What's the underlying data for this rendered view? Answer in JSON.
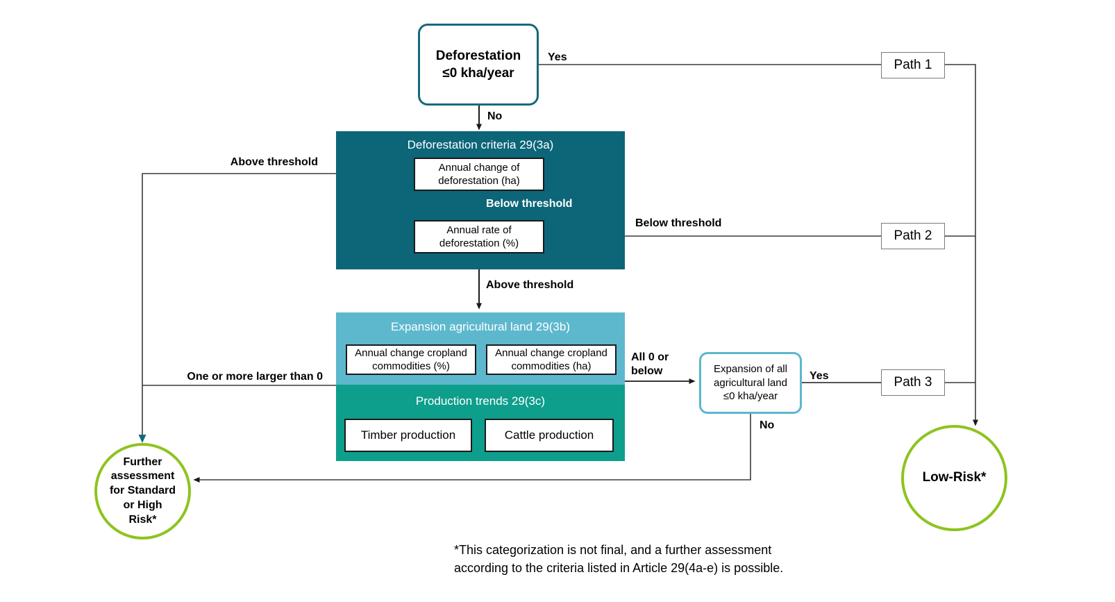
{
  "diagram": {
    "title": "Deforestation low-risk classification decision flow",
    "colors": {
      "dark_teal": "#0D6578",
      "light_blue": "#5DB8CE",
      "green_teal": "#0E9E8C",
      "lime": "#8DC41F",
      "decision_border": "#14697D",
      "wire": "#3a3a3a"
    }
  },
  "nodes": {
    "deforestation_decision": "Deforestation\n≤0 kha/year",
    "expansion_decision": "Expansion of all\nagricultural land\n≤0 kha/year",
    "panel_3a_title": "Deforestation criteria 29(3a)",
    "panel_3b_title": "Expansion agricultural land 29(3b)",
    "panel_3c_title": "Production trends 29(3c)",
    "box_annual_change_deforestation": "Annual change of\ndeforestation (ha)",
    "box_annual_rate_deforestation": "Annual rate of\ndeforestation (%)",
    "box_cropland_pct": "Annual change cropland\ncommodities (%)",
    "box_cropland_ha": "Annual change cropland\ncommodities (ha)",
    "box_timber": "Timber production",
    "box_cattle": "Cattle production",
    "path1": "Path 1",
    "path2": "Path 2",
    "path3": "Path 3",
    "further_assessment": "Further\nassessment\nfor Standard\nor High\nRisk*",
    "low_risk": "Low-Risk*"
  },
  "edge_labels": {
    "yes_top": "Yes",
    "no_top": "No",
    "above_threshold_left": "Above  threshold",
    "below_threshold_inner": "Below threshold",
    "below_threshold_right": "Below threshold",
    "above_threshold_down": "Above threshold",
    "one_or_more": "One or more larger than 0",
    "all_zero_or_below": "All 0 or\nbelow",
    "yes_expansion": "Yes",
    "no_expansion": "No"
  },
  "footnote": {
    "text": "*This categorization is not final, and a further assessment\naccording to the criteria listed in Article 29(4a-e) is possible."
  }
}
